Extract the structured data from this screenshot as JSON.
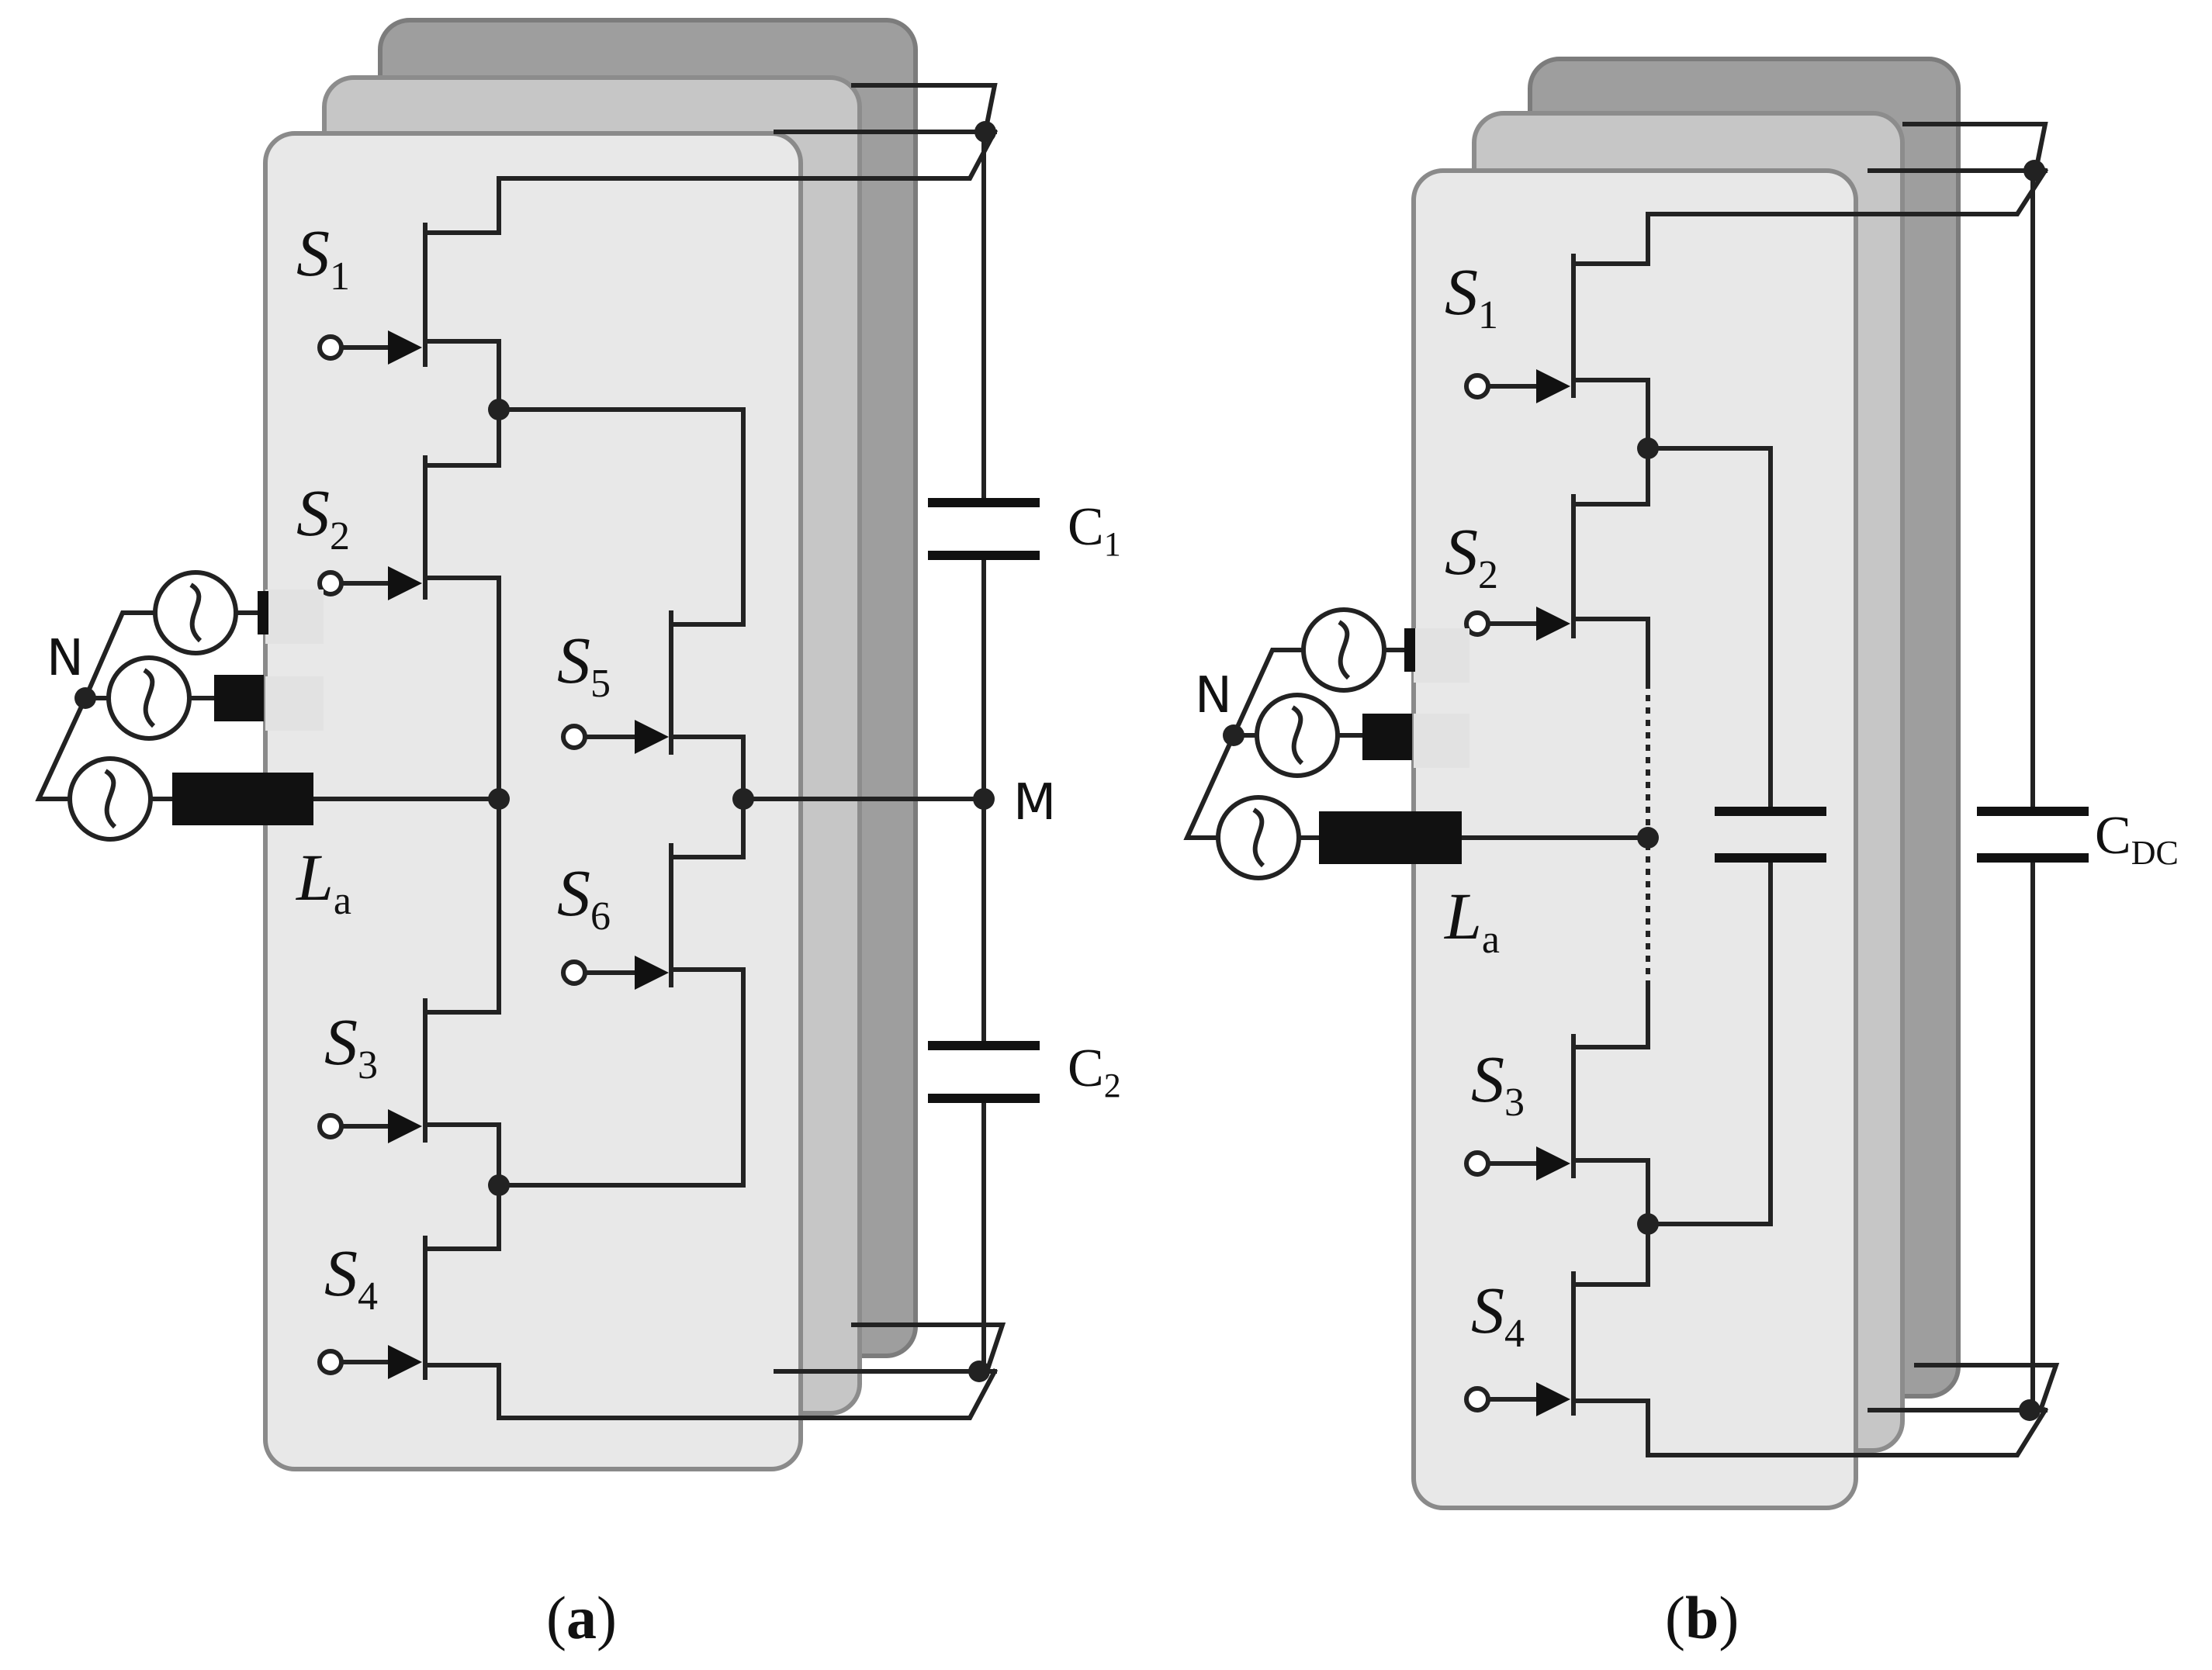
{
  "colors": {
    "card_back": "#9e9e9e",
    "card_mid": "#c6c6c6",
    "card_front": "#e8e8e8",
    "card_border": "#8a8a8a",
    "wire": "#222222",
    "inductor": "#111111"
  },
  "panel_a": {
    "caption_open": "(",
    "caption_letter": "a",
    "caption_close": ")",
    "switches": [
      {
        "letter": "S",
        "sub": "1"
      },
      {
        "letter": "S",
        "sub": "2"
      },
      {
        "letter": "S",
        "sub": "3"
      },
      {
        "letter": "S",
        "sub": "4"
      },
      {
        "letter": "S",
        "sub": "5"
      },
      {
        "letter": "S",
        "sub": "6"
      }
    ],
    "capacitors": [
      {
        "letter": "C",
        "sub": "1"
      },
      {
        "letter": "C",
        "sub": "2"
      }
    ],
    "neutral": "N",
    "midpoint": "M",
    "inductor": {
      "letter": "L",
      "sub": "a"
    }
  },
  "panel_b": {
    "caption_open": "(",
    "caption_letter": "b",
    "caption_close": ")",
    "switches": [
      {
        "letter": "S",
        "sub": "1"
      },
      {
        "letter": "S",
        "sub": "2"
      },
      {
        "letter": "S",
        "sub": "3"
      },
      {
        "letter": "S",
        "sub": "4"
      }
    ],
    "capacitor": {
      "letter": "C",
      "sub": "DC"
    },
    "neutral": "N",
    "inductor": {
      "letter": "L",
      "sub": "a"
    }
  }
}
